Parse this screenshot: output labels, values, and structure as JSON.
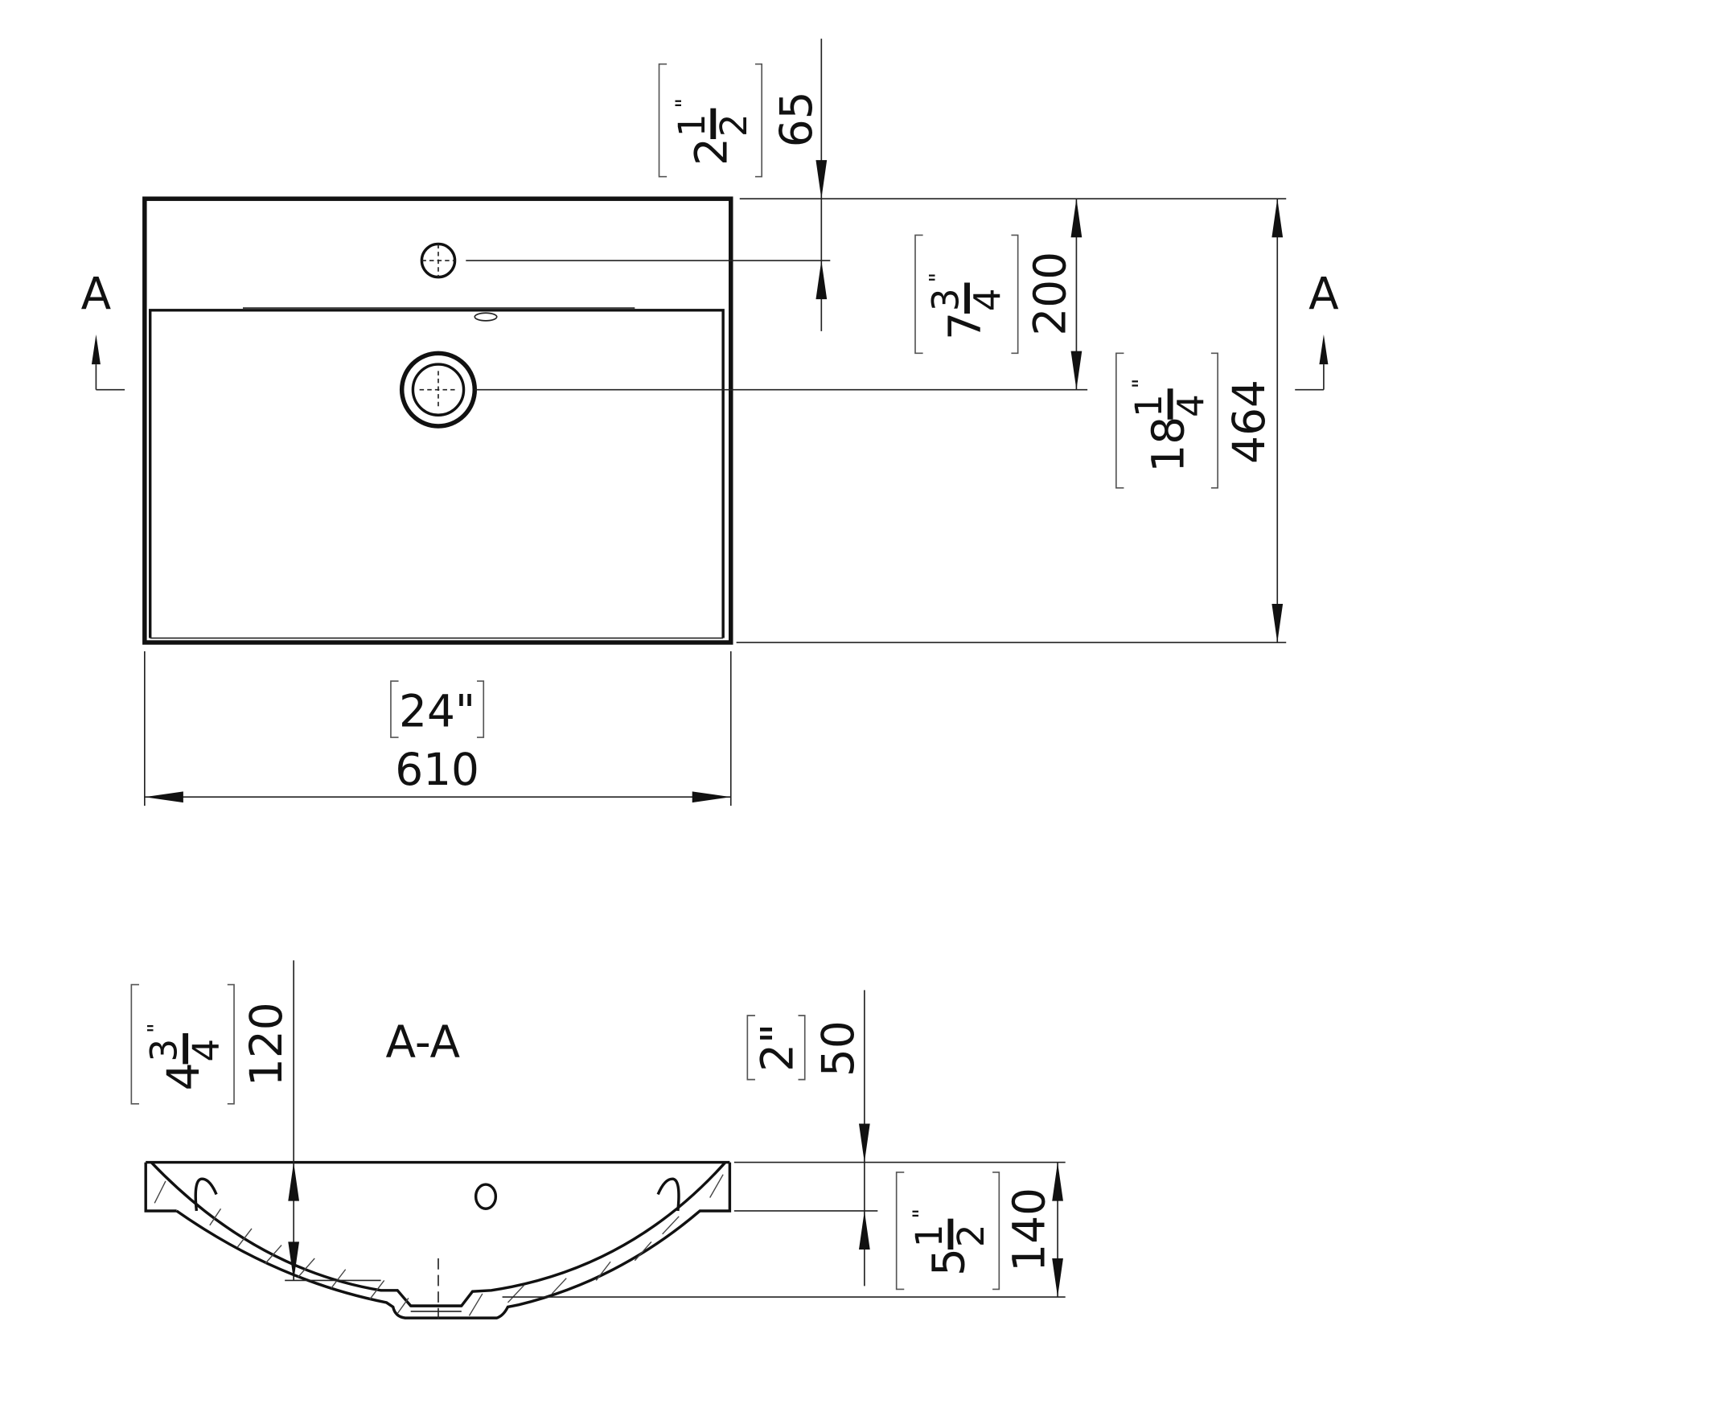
{
  "plan_view": {
    "section_marker_left": "A",
    "section_marker_right": "A",
    "dims": {
      "tap_offset": {
        "mm": "65",
        "inch_whole": "2",
        "inch_num": "1",
        "inch_den": "2",
        "inch_mark": "\""
      },
      "drain_offset": {
        "mm": "200",
        "inch_whole": "7",
        "inch_num": "3",
        "inch_den": "4",
        "inch_mark": "\""
      },
      "depth": {
        "mm": "464",
        "inch_whole": "18",
        "inch_num": "1",
        "inch_den": "4",
        "inch_mark": "\""
      },
      "width": {
        "mm": "610",
        "inch": "24\""
      }
    }
  },
  "section_view": {
    "title": "A-A",
    "dims": {
      "bowl_depth": {
        "mm": "120",
        "inch_whole": "4",
        "inch_num": "3",
        "inch_den": "4",
        "inch_mark": "\""
      },
      "rim_height": {
        "mm": "50",
        "inch": "2\""
      },
      "total_height": {
        "mm": "140",
        "inch_whole": "5",
        "inch_num": "1",
        "inch_den": "2",
        "inch_mark": "\""
      }
    }
  }
}
